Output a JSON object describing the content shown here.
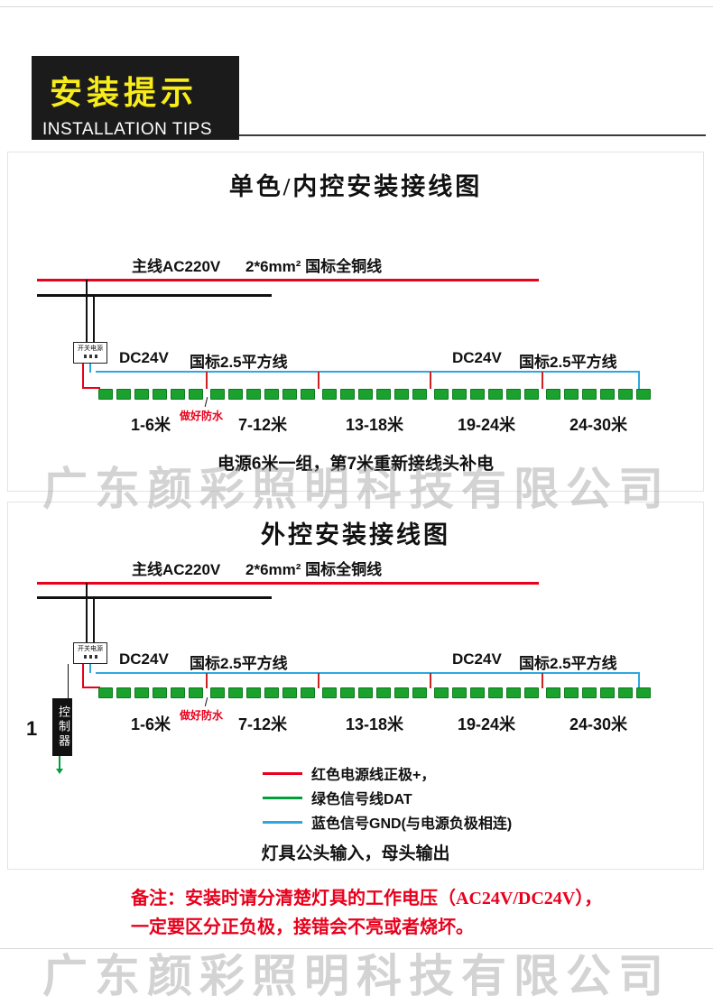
{
  "header": {
    "title": "安装提示",
    "subtitle": "INSTALLATION TIPS"
  },
  "watermark": "广东颜彩照明科技有限公司",
  "strip": {
    "groups": 5,
    "leds_per_group": 6
  },
  "diagram1": {
    "title": "单色/内控安装接线图",
    "main_line_label": "主线AC220V",
    "wire_spec": "2*6mm² 国标全铜线",
    "psu_label": "开关电源",
    "dc_label_left": "DC24V",
    "dc_spec_left": "国标2.5平方线",
    "dc_label_right": "DC24V",
    "dc_spec_right": "国标2.5平方线",
    "waterproof_label": "做好防水",
    "segments": [
      "1-6米",
      "7-12米",
      "13-18米",
      "19-24米",
      "24-30米"
    ],
    "note": "电源6米一组，第7米重新接线头补电"
  },
  "diagram2": {
    "title": "外控安装接线图",
    "main_line_label": "主线AC220V",
    "wire_spec": "2*6mm² 国标全铜线",
    "psu_label": "开关电源",
    "dc_label_left": "DC24V",
    "dc_spec_left": "国标2.5平方线",
    "dc_label_right": "DC24V",
    "dc_spec_right": "国标2.5平方线",
    "waterproof_label": "做好防水",
    "segments": [
      "1-6米",
      "7-12米",
      "13-18米",
      "19-24米",
      "24-30米"
    ],
    "controller_label": "控制器",
    "controller_number": "1",
    "legend": [
      {
        "color": "#e8001c",
        "label": "红色电源线正极+，"
      },
      {
        "color": "#009f3c",
        "label": "绿色信号线DAT"
      },
      {
        "color": "#2ea7e0",
        "label": "蓝色信号GND(与电源负极相连)"
      }
    ],
    "note": "灯具公头输入，母头输出"
  },
  "footer_note": {
    "line1": "备注：安装时请分清楚灯具的工作电压（AC24V/DC24V），",
    "line2": "一定要区分正负极，接错会不亮或者烧坏。"
  },
  "colors": {
    "accent_red": "#e8001c",
    "signal_green": "#009f3c",
    "signal_blue": "#2ea7e0",
    "led_green": "#1aa12e",
    "header_yellow": "#f8ec1a"
  }
}
